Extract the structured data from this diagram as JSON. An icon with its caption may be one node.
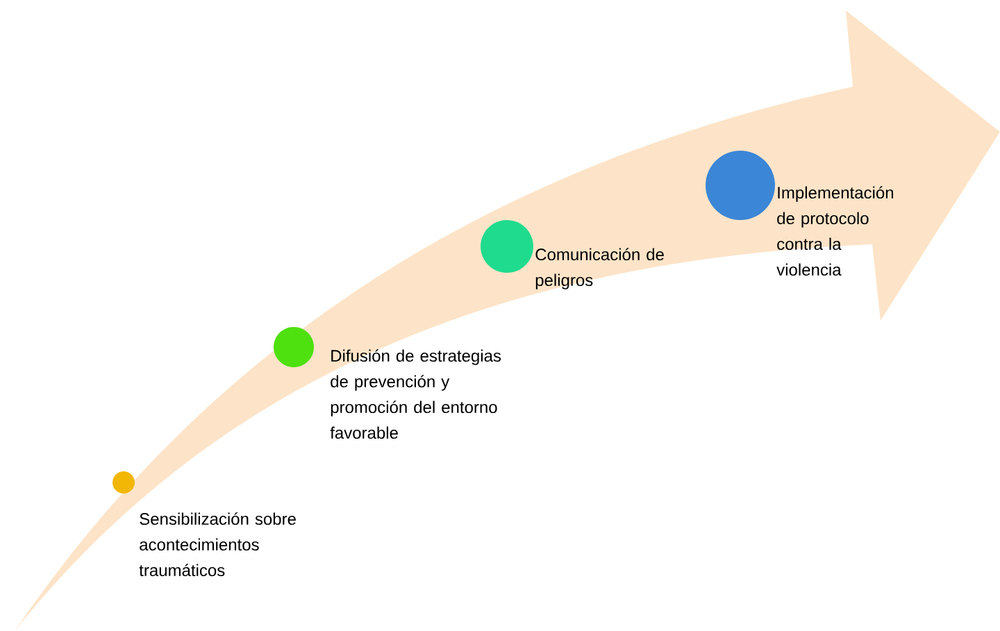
{
  "diagram": {
    "nodes": [
      {
        "text": [],
        "shape": "circle",
        "beside": [
          "Sensibilización sobre acontecimientos traumáticos"
        ]
      },
      {
        "text": [],
        "shape": "circle",
        "beside": [
          "Difusión de estrategias de prevención y promoción del entorno favorable"
        ]
      },
      {
        "text": [],
        "shape": "circle",
        "beside": [
          "Comunicación de peligros"
        ]
      },
      {
        "text": [],
        "shape": "circle",
        "beside": [
          "Implementación de protocolo contra la violencia"
        ]
      }
    ]
  }
}
